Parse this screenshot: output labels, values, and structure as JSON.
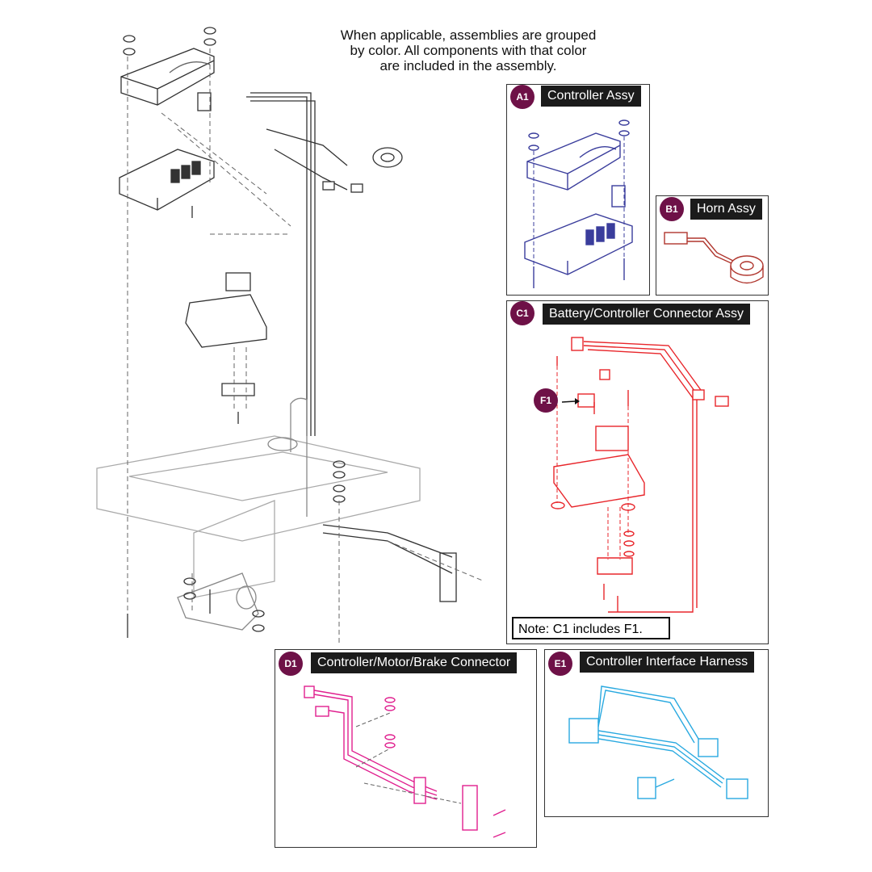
{
  "intro_note": "When applicable, assemblies are grouped\nby color. All components with that color\nare included in the assembly.",
  "badge_color": "#6e1147",
  "assemblies": [
    {
      "badge": "A1",
      "title": "Controller Assy",
      "color": "#3a3d9c"
    },
    {
      "badge": "B1",
      "title": "Horn Assy",
      "color": "#b0362e"
    },
    {
      "badge": "C1",
      "title": "Battery/Controller Connector Assy",
      "color": "#e8262b",
      "note": "Note: C1 includes F1."
    },
    {
      "badge": "D1",
      "title": "Controller/Motor/Brake Connector",
      "color": "#e0208f"
    },
    {
      "badge": "E1",
      "title": "Controller Interface Harness",
      "color": "#29a9e0"
    }
  ],
  "callout": {
    "badge": "F1"
  }
}
